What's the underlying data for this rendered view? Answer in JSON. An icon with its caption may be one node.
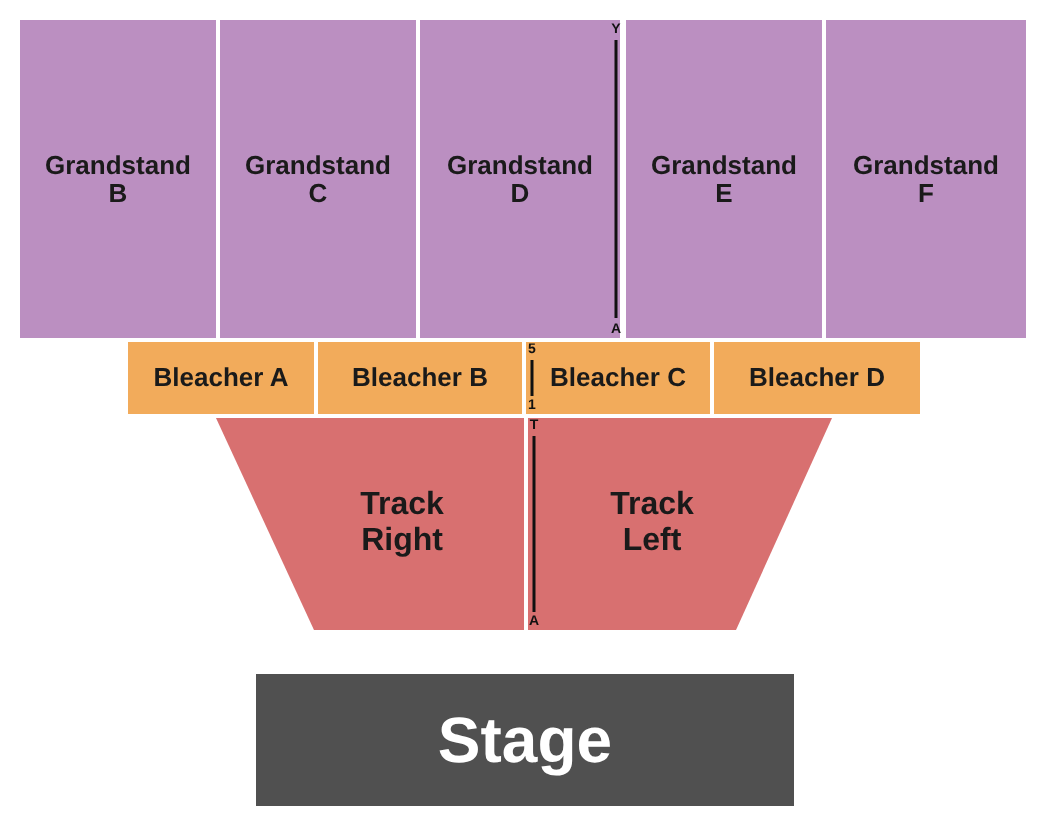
{
  "diagram": {
    "nodes": [
      {
        "text": [
          "Grandstand B"
        ]
      },
      {
        "text": [
          "Grandstand C"
        ]
      },
      {
        "text": [
          "Grandstand D"
        ]
      },
      {
        "text": [
          "Grandstand E"
        ]
      },
      {
        "text": [
          "Grandstand F"
        ]
      },
      {
        "text": [
          "Bleacher A"
        ]
      },
      {
        "text": [
          "Bleacher B"
        ]
      },
      {
        "text": [
          "Bleacher C"
        ]
      },
      {
        "text": [
          "Bleacher D"
        ]
      },
      {
        "text": [
          "Track Right"
        ]
      },
      {
        "text": [
          "Track Left"
        ]
      },
      {
        "text": [
          "Stage"
        ]
      }
    ],
    "edges": [],
    "labels": [
      "Y",
      "A",
      "5",
      "1",
      "T",
      "A"
    ]
  }
}
